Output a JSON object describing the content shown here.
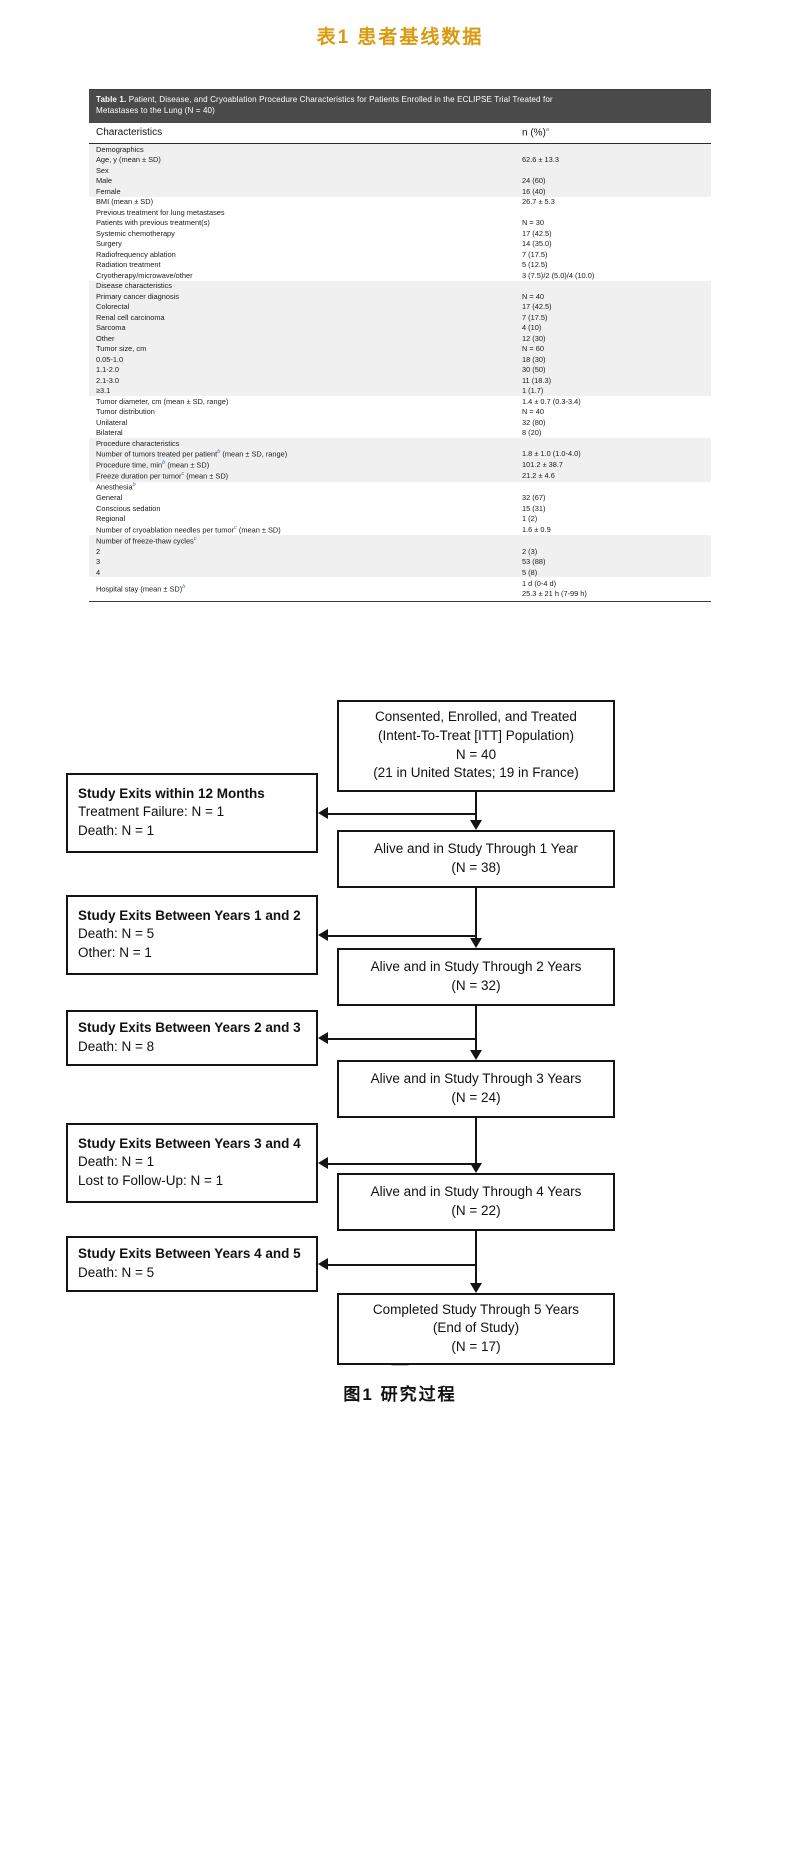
{
  "headings": {
    "table_title": "表1  患者基线数据",
    "figure_caption": "图1  研究过程"
  },
  "table1": {
    "title_line1": "Table 1.",
    "title_rest": " Patient, Disease, and Cryoablation Procedure Characteristics for Patients Enrolled in the ECLIPSE Trial Treated for",
    "title_line2": "Metastases to the Lung (N = 40)",
    "col_headers": {
      "left": "Characteristics",
      "right": "n (%)",
      "right_fn": "a"
    },
    "rows": [
      {
        "label": "Demographics",
        "value": "",
        "level": 0,
        "shade": true,
        "fn": ""
      },
      {
        "label": "Age, y (mean ± SD)",
        "value": "62.6 ± 13.3",
        "level": 0,
        "shade": true,
        "fn": ""
      },
      {
        "label": "Sex",
        "value": "",
        "level": 0,
        "shade": true,
        "fn": ""
      },
      {
        "label": "Male",
        "value": "24 (60)",
        "level": 1,
        "shade": true,
        "fn": ""
      },
      {
        "label": "Female",
        "value": "16 (40)",
        "level": 1,
        "shade": true,
        "fn": ""
      },
      {
        "label": "BMI (mean ± SD)",
        "value": "26.7 ± 5.3",
        "level": 0,
        "shade": false,
        "fn": ""
      },
      {
        "label": "Previous treatment for lung metastases",
        "value": "",
        "level": 0,
        "shade": false,
        "fn": ""
      },
      {
        "label": "Patients with previous treatment(s)",
        "value": "N = 30",
        "level": 1,
        "shade": false,
        "fn": ""
      },
      {
        "label": "Systemic chemotherapy",
        "value": "17 (42.5)",
        "level": 2,
        "shade": false,
        "fn": ""
      },
      {
        "label": "Surgery",
        "value": "14 (35.0)",
        "level": 2,
        "shade": false,
        "fn": ""
      },
      {
        "label": "Radiofrequency ablation",
        "value": "7 (17.5)",
        "level": 2,
        "shade": false,
        "fn": ""
      },
      {
        "label": "Radiation treatment",
        "value": "5 (12.5)",
        "level": 2,
        "shade": false,
        "fn": ""
      },
      {
        "label": "Cryotherapy/microwave/other",
        "value": "3 (7.5)/2 (5.0)/4 (10.0)",
        "level": 2,
        "shade": false,
        "fn": ""
      },
      {
        "label": "Disease characteristics",
        "value": "",
        "level": 0,
        "shade": true,
        "fn": ""
      },
      {
        "label": "Primary cancer diagnosis",
        "value": "N = 40",
        "level": 2,
        "shade": true,
        "fn": ""
      },
      {
        "label": "Colorectal",
        "value": "17 (42.5)",
        "level": 2,
        "shade": true,
        "fn": ""
      },
      {
        "label": "Renal cell carcinoma",
        "value": "7 (17.5)",
        "level": 2,
        "shade": true,
        "fn": ""
      },
      {
        "label": "Sarcoma",
        "value": "4 (10)",
        "level": 2,
        "shade": true,
        "fn": ""
      },
      {
        "label": "Other",
        "value": "12 (30)",
        "level": 2,
        "shade": true,
        "fn": ""
      },
      {
        "label": "Tumor size, cm",
        "value": "N = 60",
        "level": 1,
        "shade": true,
        "fn": ""
      },
      {
        "label": "0.05-1.0",
        "value": "18 (30)",
        "level": 2,
        "shade": true,
        "fn": ""
      },
      {
        "label": "1.1-2.0",
        "value": "30 (50)",
        "level": 2,
        "shade": true,
        "fn": ""
      },
      {
        "label": "2.1-3.0",
        "value": "11 (18.3)",
        "level": 2,
        "shade": true,
        "fn": ""
      },
      {
        "label": "≥3.1",
        "value": "1 (1.7)",
        "level": 2,
        "shade": true,
        "fn": ""
      },
      {
        "label": "Tumor diameter, cm (mean ± SD, range)",
        "value": "1.4 ± 0.7 (0.3-3.4)",
        "level": 0,
        "shade": false,
        "fn": ""
      },
      {
        "label": "Tumor distribution",
        "value": "N = 40",
        "level": 1,
        "shade": false,
        "fn": ""
      },
      {
        "label": "Unilateral",
        "value": "32 (80)",
        "level": 2,
        "shade": false,
        "fn": ""
      },
      {
        "label": "Bilateral",
        "value": "8 (20)",
        "level": 2,
        "shade": false,
        "fn": ""
      },
      {
        "label": "Procedure characteristics",
        "value": "",
        "level": 0,
        "shade": true,
        "fn": ""
      },
      {
        "label": "Number of tumors treated per patient",
        "value": "1.8 ± 1.0 (1.0-4.0)",
        "level": 1,
        "shade": true,
        "fn": "b",
        "suffix": " (mean ± SD, range)"
      },
      {
        "label": "Procedure time, min",
        "value": "101.2 ± 38.7",
        "level": 1,
        "shade": true,
        "fn": "b",
        "suffix": " (mean ± SD)"
      },
      {
        "label": "Freeze duration per tumor",
        "value": "21.2 ± 4.6",
        "level": 1,
        "shade": true,
        "fn": "c",
        "suffix": " (mean ± SD)"
      },
      {
        "label": "Anesthesia",
        "value": "",
        "level": 0,
        "shade": false,
        "fn": "b"
      },
      {
        "label": "General",
        "value": "32 (67)",
        "level": 1,
        "shade": false,
        "fn": ""
      },
      {
        "label": "Conscious sedation",
        "value": "15 (31)",
        "level": 1,
        "shade": false,
        "fn": ""
      },
      {
        "label": "Regional",
        "value": "1 (2)",
        "level": 1,
        "shade": false,
        "fn": ""
      },
      {
        "label": "Number of cryoablation needles per tumor",
        "value": "1.6 ± 0.9",
        "level": 1,
        "shade": false,
        "fn": "c",
        "suffix": " (mean ± SD)"
      },
      {
        "label": "Number of freeze-thaw cycles",
        "value": "",
        "level": 0,
        "shade": true,
        "fn": "c"
      },
      {
        "label": "2",
        "value": "2 (3)",
        "level": 1,
        "shade": true,
        "fn": ""
      },
      {
        "label": "3",
        "value": "53 (88)",
        "level": 1,
        "shade": true,
        "fn": ""
      },
      {
        "label": "4",
        "value": "5 (8)",
        "level": 1,
        "shade": true,
        "fn": ""
      },
      {
        "label": "Hospital stay (mean ± SD)",
        "value": "1 d (0-4 d)|25.3 ± 21 h (7-99 h)",
        "level": 0,
        "shade": false,
        "fn": "b"
      }
    ]
  },
  "flowchart": {
    "main_nodes": [
      {
        "lines": [
          "Consented, Enrolled, and Treated",
          "(Intent-To-Treat [ITT] Population)",
          "N = 40",
          "(21 in United States; 19 in France)"
        ]
      },
      {
        "lines": [
          "Alive and in Study Through 1 Year",
          "(N = 38)"
        ]
      },
      {
        "lines": [
          "Alive and in Study Through 2 Years",
          "(N = 32)"
        ]
      },
      {
        "lines": [
          "Alive and in Study Through 3 Years",
          "(N = 24)"
        ]
      },
      {
        "lines": [
          "Alive and in Study Through 4 Years",
          "(N = 22)"
        ]
      },
      {
        "lines": [
          "Completed Study Through 5 Years",
          "(End of Study)",
          "(N = 17)"
        ]
      }
    ],
    "exit_nodes": [
      {
        "heading": "Study Exits within 12 Months",
        "lines": [
          "Treatment Failure: N = 1",
          "Death: N = 1"
        ]
      },
      {
        "heading": "Study Exits Between Years 1 and 2",
        "lines": [
          "Death: N = 5",
          "Other: N = 1"
        ]
      },
      {
        "heading": "Study Exits Between Years 2 and 3",
        "lines": [
          "Death: N = 8"
        ]
      },
      {
        "heading": "Study Exits Between Years 3 and 4",
        "lines": [
          "Death: N = 1",
          "Lost to Follow-Up: N = 1"
        ]
      },
      {
        "heading": "Study Exits Between Years 4 and 5",
        "lines": [
          "Death: N = 5"
        ]
      }
    ]
  },
  "colors": {
    "title_accent": "#d99a12",
    "table_header_bg": "#4b4b4b",
    "row_shade": "#f0f0f0",
    "footnote_marker": "#3f6fa8"
  }
}
